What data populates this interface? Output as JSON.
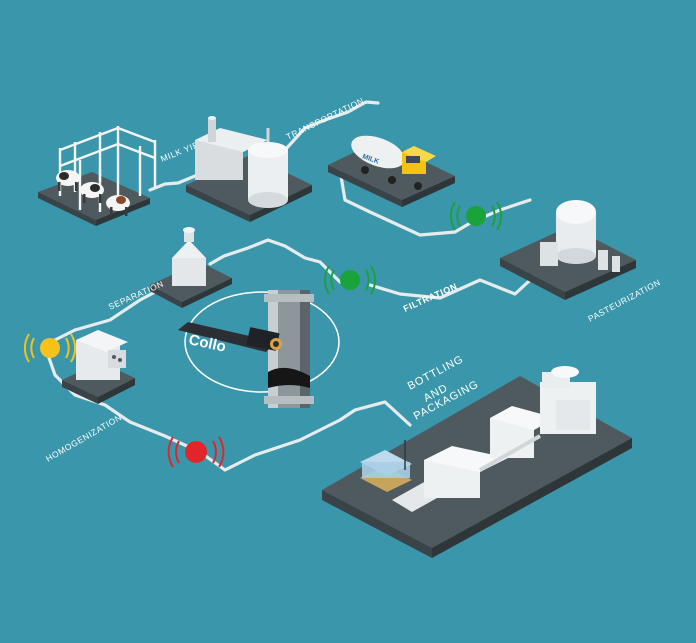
{
  "labels": {
    "milk_yield": "MILK YIELD",
    "transportation": "TRANSPORTATION",
    "separation": "SEPARATION",
    "filtration": "FILTRATION",
    "pasteurization": "PASTEURIZATION",
    "homogenization": "HOMOGENIZATION",
    "bottling_line1": "BOTTLING",
    "bottling_line2": "AND",
    "bottling_line3": "PACKAGING",
    "tanker_text": "MILK",
    "sensor_brand": "Collo"
  },
  "colors": {
    "background": "#3a96aa",
    "pipe": "#e6ecee",
    "platform_top": "#4f5a5e",
    "platform_side": "#3a4347",
    "sensor_green": "#19a33a",
    "sensor_yellow": "#f5c21b",
    "sensor_red": "#e0262b",
    "tanker_cab": "#f1c40f"
  },
  "icons": [
    "cow-icon",
    "milk-tank-icon",
    "tanker-truck-icon",
    "separator-icon",
    "homogenizer-icon",
    "pasteurizer-icon",
    "bottling-machine-icon",
    "pallet-icon",
    "sensor-probe-icon"
  ]
}
